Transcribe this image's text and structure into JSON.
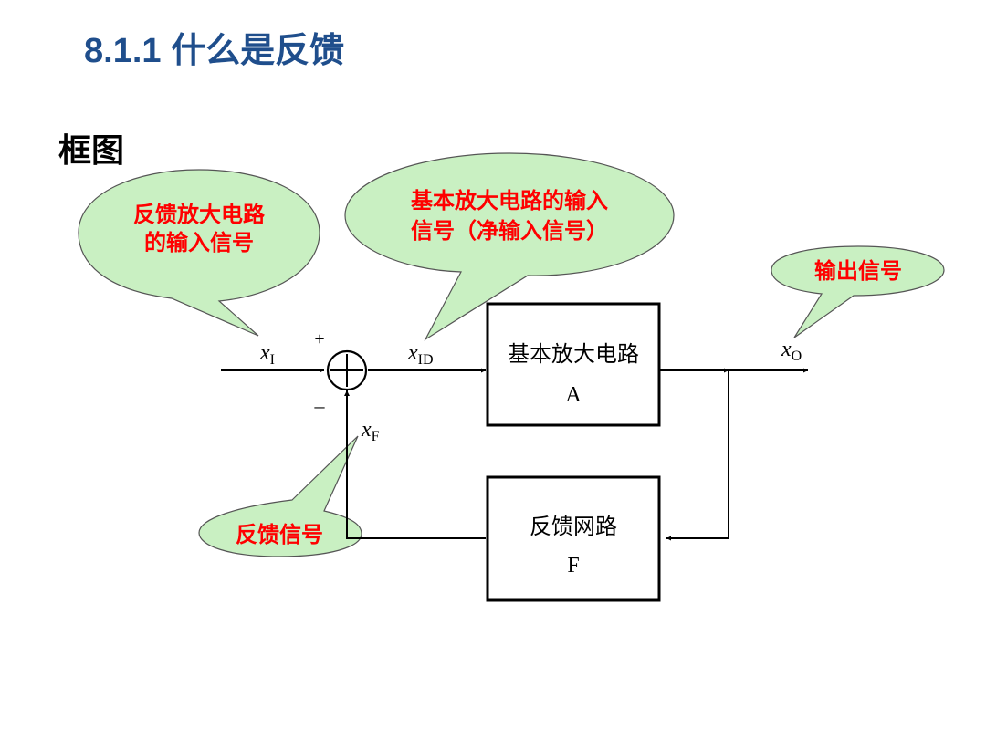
{
  "header": {
    "title": "8.1.1  什么是反馈",
    "subtitle": "框图"
  },
  "callouts": {
    "feedback_amp_input": [
      "反馈放大电路",
      "的输入信号"
    ],
    "basic_amp_input": [
      "基本放大电路的输入",
      "信号（净输入信号）"
    ],
    "output_signal": "输出信号",
    "feedback_signal": "反馈信号"
  },
  "blocks": {
    "amplifier": {
      "name": "基本放大电路",
      "symbol": "A"
    },
    "feedback": {
      "name": "反馈网路",
      "symbol": "F"
    }
  },
  "signals": {
    "input": {
      "base": "x",
      "sub": "I"
    },
    "net_input": {
      "base": "x",
      "sub": "ID"
    },
    "output": {
      "base": "x",
      "sub": "O"
    },
    "feedback": {
      "base": "x",
      "sub": "F"
    },
    "plus": "+",
    "minus": "–"
  },
  "colors": {
    "title": "#1f4e8c",
    "callout_fill": "#c9f0c2",
    "callout_text": "#ff0000",
    "line": "#000000"
  }
}
